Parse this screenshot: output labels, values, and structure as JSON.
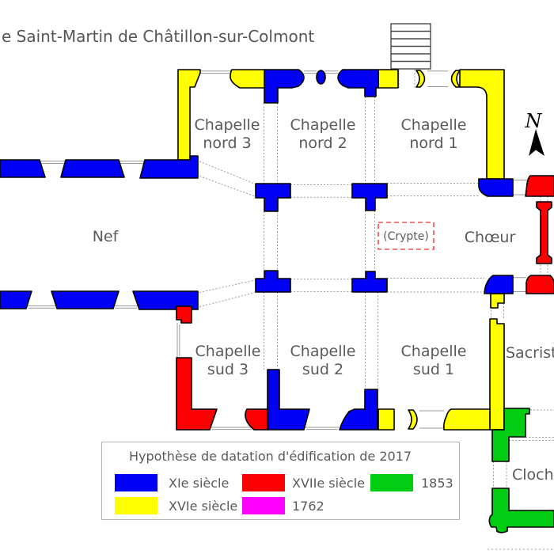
{
  "title": "e Saint-Martin de Châtillon-sur-Colmont",
  "compass": {
    "north_label": "N"
  },
  "rooms": {
    "nef": "Nef",
    "choeur": "Chœur",
    "crypte": "(Crypte)",
    "sacristie": "Sacristie",
    "clocher": "Clocher",
    "chapelle_nord_1": {
      "line1": "Chapelle",
      "line2": "nord 1"
    },
    "chapelle_nord_2": {
      "line1": "Chapelle",
      "line2": "nord 2"
    },
    "chapelle_nord_3": {
      "line1": "Chapelle",
      "line2": "nord 3"
    },
    "chapelle_sud_1": {
      "line1": "Chapelle",
      "line2": "sud 1"
    },
    "chapelle_sud_2": {
      "line1": "Chapelle",
      "line2": "sud 2"
    },
    "chapelle_sud_3": {
      "line1": "Chapelle",
      "line2": "sud 3"
    }
  },
  "legend": {
    "title": "Hypothèse de datation d'édification de 2017",
    "items": [
      {
        "label": "XIe siècle",
        "color": "#0000F5"
      },
      {
        "label": "XVIIe siècle",
        "color": "#FA0000"
      },
      {
        "label": "1853",
        "color": "#00CC11"
      },
      {
        "label": "XVIe siècle",
        "color": "#FFFF00"
      },
      {
        "label": "1762",
        "color": "#FF00FF"
      }
    ]
  },
  "colors": {
    "xi": "#0000F5",
    "xvi": "#FFFF00",
    "xvii": "#FA0000",
    "y1853": "#00CC11",
    "y1762": "#FF00FF",
    "crypt_dash": "#F05050",
    "label_text": "#5A5A5A"
  }
}
